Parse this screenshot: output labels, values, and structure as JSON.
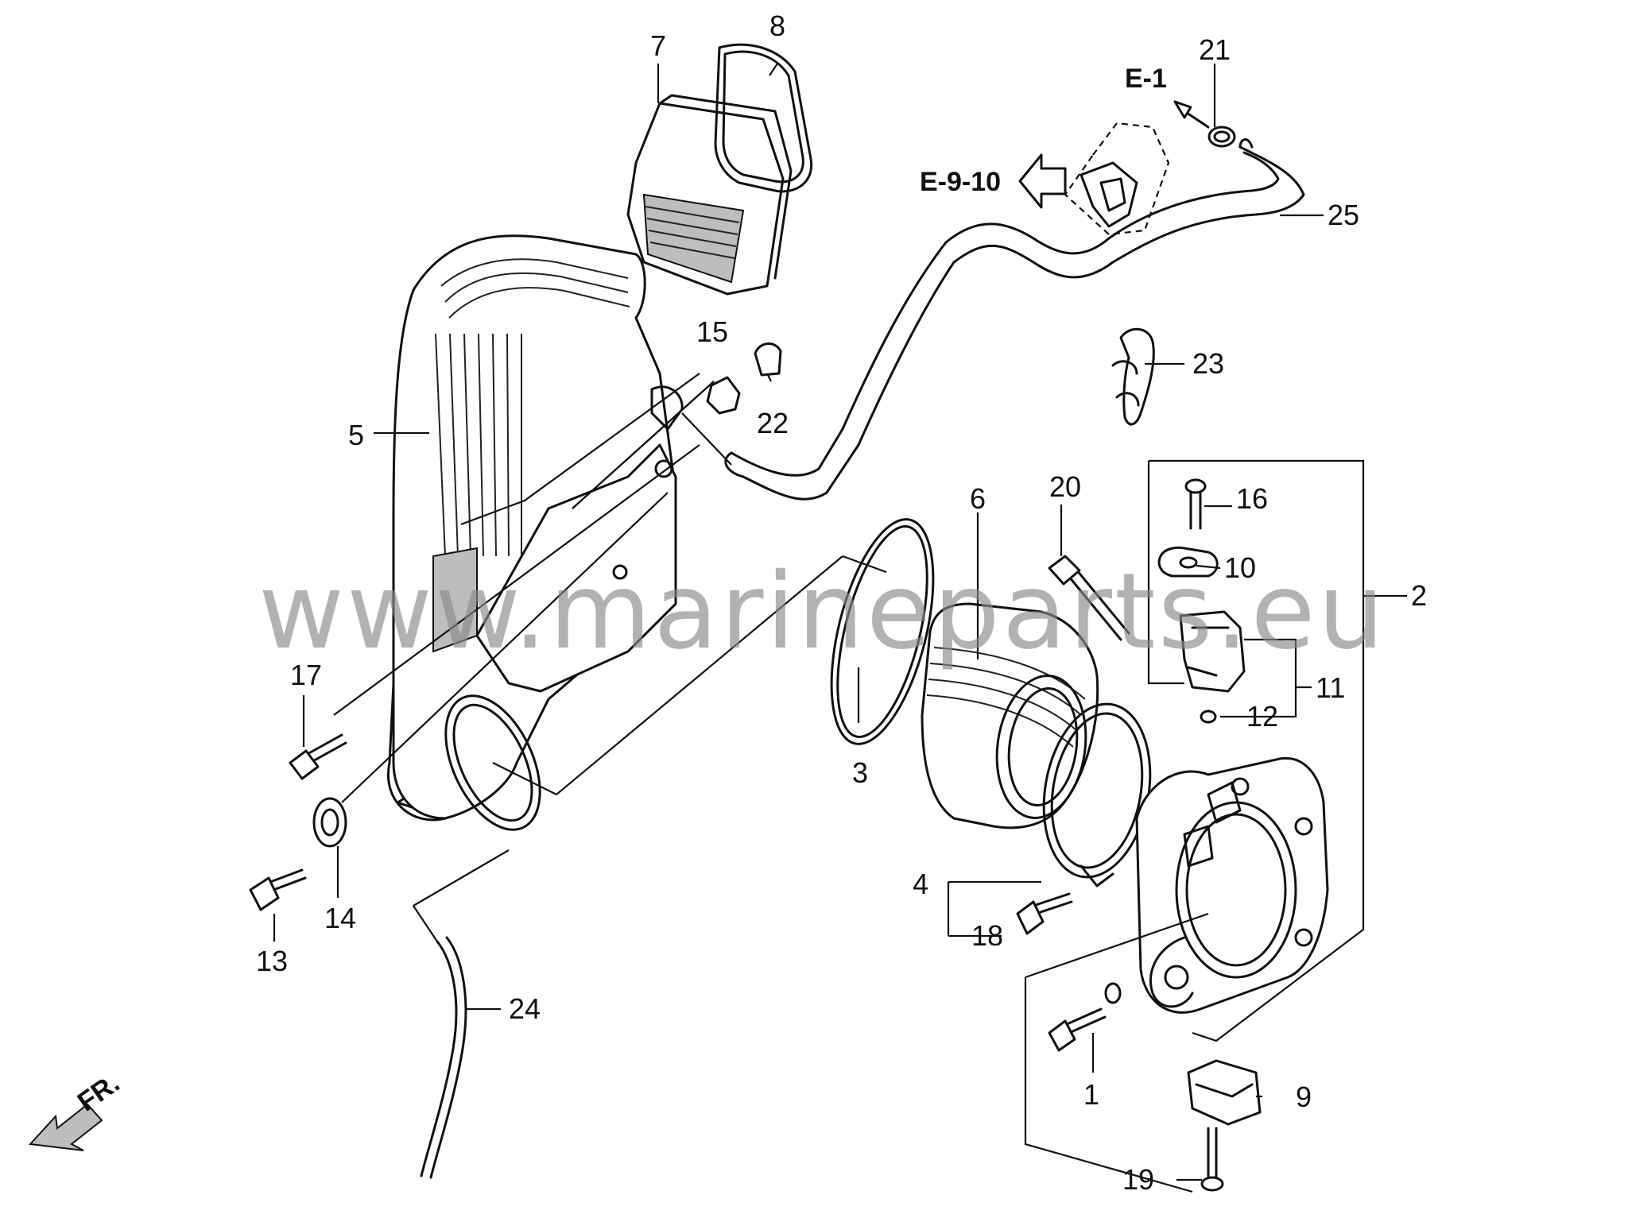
{
  "watermark": "www.marineparts.eu",
  "references": {
    "e1": "E-1",
    "e910": "E-9-10",
    "front": "FR."
  },
  "callouts": {
    "c1": "1",
    "c2": "2",
    "c3": "3",
    "c4": "4",
    "c5": "5",
    "c6": "6",
    "c7": "7",
    "c8": "8",
    "c9": "9",
    "c10": "10",
    "c11": "11",
    "c12": "12",
    "c13": "13",
    "c14": "14",
    "c15": "15",
    "c16": "16",
    "c17": "17",
    "c18": "18",
    "c19": "19",
    "c20": "20",
    "c21": "21",
    "c22": "22",
    "c23": "23",
    "c24": "24",
    "c25": "25"
  },
  "colors": {
    "line": "#111111",
    "watermark": "#8a8a8a",
    "background": "#ffffff"
  }
}
